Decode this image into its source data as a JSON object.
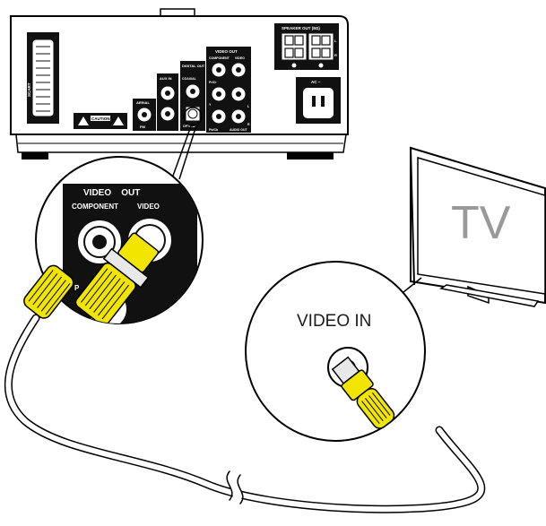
{
  "device_labels": {
    "scart": "SCART",
    "aerial": "AERIAL",
    "fm": "FM",
    "aux_in": "AUX IN",
    "digital_out": "DIGITAL OUT",
    "coaxial": "COAXIAL",
    "optical": "OPTICAL",
    "video_out": "VIDEO OUT",
    "component": "COMPONENT",
    "video": "VIDEO",
    "pr_cr": "Pr/Cr",
    "y": "Y",
    "pb_cb": "Pb/Cb",
    "audio_out": "AUDIO OUT",
    "speaker_out": "SPEAKER OUT (8Ω)",
    "ac": "AC ~",
    "caution": "CAUTION",
    "l": "L",
    "r": "R"
  },
  "zoom_callout": {
    "video_out_header": "VIDEO    OUT",
    "component": "COMPONENT",
    "video": "VIDEO",
    "p": "P"
  },
  "tv": {
    "label": "TV",
    "video_in": "VIDEO IN"
  },
  "colors": {
    "plug_yellow": "#f2e600",
    "panel_black": "#111111",
    "line": "#000000",
    "tv_text": "#999999"
  }
}
